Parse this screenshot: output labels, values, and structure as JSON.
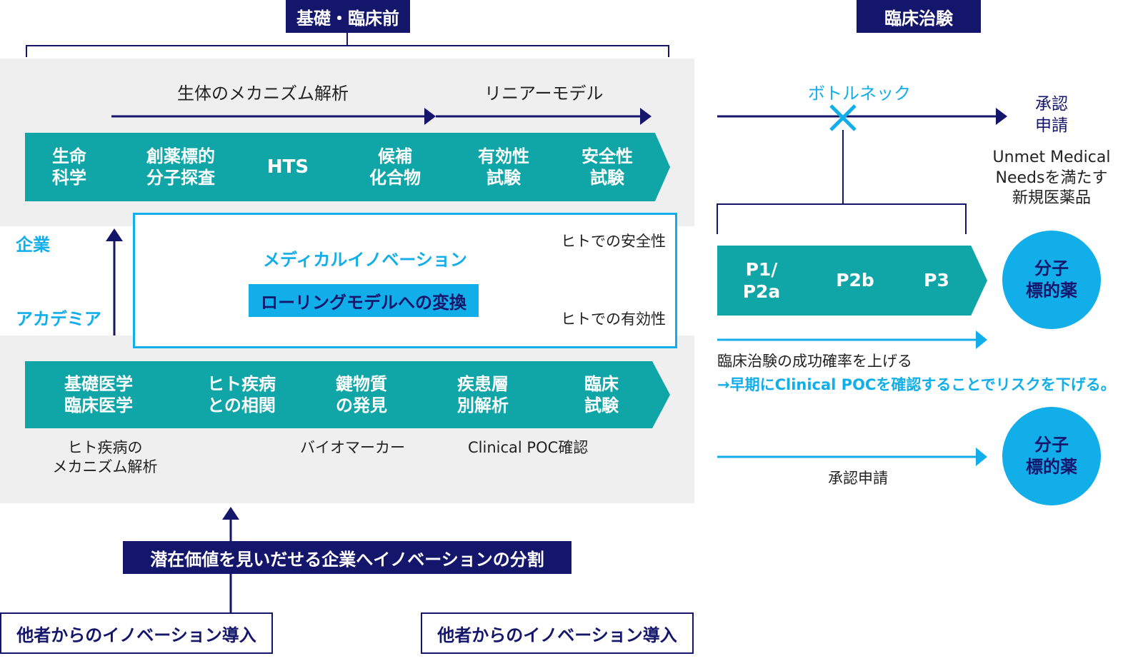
{
  "headers": {
    "basic_preclinical": "基礎・臨床前",
    "clinical_trial": "臨床治験"
  },
  "top_flow": {
    "arrow_label_1": "生体のメカニズム解析",
    "arrow_label_2": "リニアーモデル",
    "steps": [
      "生命\n科学",
      "創薬標的\n分子探査",
      "HTS",
      "候補\n化合物",
      "有効性\n試験",
      "安全性\n試験"
    ]
  },
  "middle": {
    "company": "企業",
    "academia": "アカデミア",
    "medical_innovation": "メディカルイノベーション",
    "rolling_model": "ローリングモデルへの変換",
    "human_safety": "ヒトでの安全性",
    "human_efficacy": "ヒトでの有効性"
  },
  "bottom_flow": {
    "steps": [
      "基礎医学\n臨床医学",
      "ヒト疾病\nとの相関",
      "鍵物質\nの発見",
      "疾患層\n別解析",
      "臨床\n試験"
    ],
    "sub_labels": [
      "ヒト疾病の\nメカニズム解析",
      "バイオマーカー",
      "Clinical POC確認"
    ]
  },
  "split_label": "潜在価値を見いだせる企業へイノベーションの分割",
  "intro_boxes": [
    "他者からのイノベーション導入",
    "他者からのイノベーション導入"
  ],
  "right": {
    "bottleneck": "ボトルネック",
    "approval": "承認\n申請",
    "unmet": "Unmet Medical\nNeedsを満たす\n新規医薬品",
    "phases": [
      "P1/\nP2a",
      "P2b",
      "P3"
    ],
    "target_drug_1": "分子\n標的薬",
    "success_text": "臨床治験の成功確率を上げる",
    "poc_text": "→早期にClinical POCを確認することでリスクを下げる。",
    "approval_application": "承認申請",
    "target_drug_2": "分子\n標的薬"
  },
  "colors": {
    "navy": "#14166b",
    "teal": "#10a5a6",
    "cyan": "#12aeea",
    "band_gray": "#efefef"
  }
}
